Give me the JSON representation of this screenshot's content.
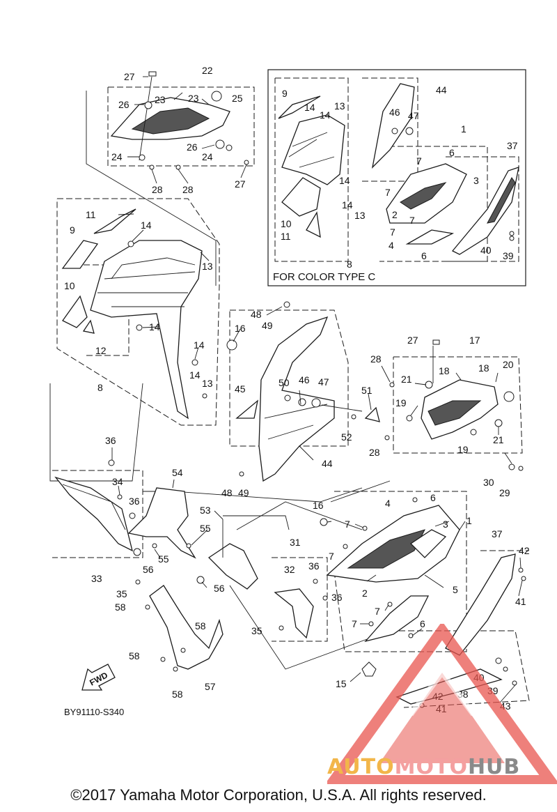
{
  "diagram": {
    "reference_code": "BY91110-S340",
    "inset_caption": "FOR COLOR TYPE C",
    "fwd_label": "FWD",
    "copyright": "©2017 Yamaha Motor Corporation, U.S.A. All rights reserved.",
    "watermark": {
      "part1": "AUTO",
      "part2": "MOTO",
      "part3": "HUB"
    },
    "colors": {
      "line": "#1a1a1a",
      "watermark_red": "#e8554f",
      "watermark_orange": "#f2b64a"
    }
  },
  "callouts": [
    {
      "id": "c1",
      "text": "27"
    },
    {
      "id": "c2",
      "text": "22"
    },
    {
      "id": "c3",
      "text": "23"
    },
    {
      "id": "c4",
      "text": "23"
    },
    {
      "id": "c5",
      "text": "25"
    },
    {
      "id": "c6",
      "text": "26"
    },
    {
      "id": "c7",
      "text": "26"
    },
    {
      "id": "c8",
      "text": "24"
    },
    {
      "id": "c9",
      "text": "24"
    },
    {
      "id": "c10",
      "text": "28"
    },
    {
      "id": "c11",
      "text": "28"
    },
    {
      "id": "c12",
      "text": "27"
    },
    {
      "id": "c13",
      "text": "11"
    },
    {
      "id": "c14",
      "text": "9"
    },
    {
      "id": "c15",
      "text": "14"
    },
    {
      "id": "c16",
      "text": "13"
    },
    {
      "id": "c17",
      "text": "10"
    },
    {
      "id": "c18",
      "text": "14"
    },
    {
      "id": "c19",
      "text": "12"
    },
    {
      "id": "c20",
      "text": "8"
    },
    {
      "id": "c21",
      "text": "16"
    },
    {
      "id": "c22",
      "text": "14"
    },
    {
      "id": "c23",
      "text": "14"
    },
    {
      "id": "c24",
      "text": "13"
    },
    {
      "id": "c25",
      "text": "48"
    },
    {
      "id": "c26",
      "text": "49"
    },
    {
      "id": "c27",
      "text": "45"
    },
    {
      "id": "c28",
      "text": "50"
    },
    {
      "id": "c29",
      "text": "46"
    },
    {
      "id": "c30",
      "text": "47"
    },
    {
      "id": "c31",
      "text": "51"
    },
    {
      "id": "c32",
      "text": "52"
    },
    {
      "id": "c33",
      "text": "44"
    },
    {
      "id": "c34",
      "text": "48"
    },
    {
      "id": "c35",
      "text": "49"
    },
    {
      "id": "c36",
      "text": "27"
    },
    {
      "id": "c37",
      "text": "17"
    },
    {
      "id": "c38",
      "text": "28"
    },
    {
      "id": "c39",
      "text": "18"
    },
    {
      "id": "c40",
      "text": "18"
    },
    {
      "id": "c41",
      "text": "20"
    },
    {
      "id": "c42",
      "text": "21"
    },
    {
      "id": "c43",
      "text": "19"
    },
    {
      "id": "c44",
      "text": "28"
    },
    {
      "id": "c45",
      "text": "19"
    },
    {
      "id": "c46",
      "text": "21"
    },
    {
      "id": "c47",
      "text": "30"
    },
    {
      "id": "c48",
      "text": "29"
    },
    {
      "id": "c49",
      "text": "9"
    },
    {
      "id": "c50",
      "text": "14"
    },
    {
      "id": "c51",
      "text": "14"
    },
    {
      "id": "c52",
      "text": "13"
    },
    {
      "id": "c53",
      "text": "44"
    },
    {
      "id": "c54",
      "text": "46"
    },
    {
      "id": "c55",
      "text": "47"
    },
    {
      "id": "c56",
      "text": "1"
    },
    {
      "id": "c57",
      "text": "37"
    },
    {
      "id": "c58",
      "text": "6"
    },
    {
      "id": "c59",
      "text": "7"
    },
    {
      "id": "c60",
      "text": "3"
    },
    {
      "id": "c61",
      "text": "7"
    },
    {
      "id": "c62",
      "text": "14"
    },
    {
      "id": "c63",
      "text": "14"
    },
    {
      "id": "c64",
      "text": "13"
    },
    {
      "id": "c65",
      "text": "2"
    },
    {
      "id": "c66",
      "text": "7"
    },
    {
      "id": "c67",
      "text": "10"
    },
    {
      "id": "c68",
      "text": "7"
    },
    {
      "id": "c69",
      "text": "11"
    },
    {
      "id": "c70",
      "text": "4"
    },
    {
      "id": "c71",
      "text": "40"
    },
    {
      "id": "c72",
      "text": "39"
    },
    {
      "id": "c73",
      "text": "6"
    },
    {
      "id": "c74",
      "text": "8"
    },
    {
      "id": "c75",
      "text": "36"
    },
    {
      "id": "c76",
      "text": "54"
    },
    {
      "id": "c77",
      "text": "34"
    },
    {
      "id": "c78",
      "text": "36"
    },
    {
      "id": "c79",
      "text": "53"
    },
    {
      "id": "c80",
      "text": "55"
    },
    {
      "id": "c81",
      "text": "55"
    },
    {
      "id": "c82",
      "text": "56"
    },
    {
      "id": "c83",
      "text": "33"
    },
    {
      "id": "c84",
      "text": "35"
    },
    {
      "id": "c85",
      "text": "56"
    },
    {
      "id": "c86",
      "text": "58"
    },
    {
      "id": "c87",
      "text": "31"
    },
    {
      "id": "c88",
      "text": "36"
    },
    {
      "id": "c89",
      "text": "32"
    },
    {
      "id": "c90",
      "text": "36"
    },
    {
      "id": "c91",
      "text": "35"
    },
    {
      "id": "c92",
      "text": "58"
    },
    {
      "id": "c93",
      "text": "58"
    },
    {
      "id": "c94",
      "text": "58"
    },
    {
      "id": "c95",
      "text": "57"
    },
    {
      "id": "c96",
      "text": "16"
    },
    {
      "id": "c97",
      "text": "4"
    },
    {
      "id": "c98",
      "text": "6"
    },
    {
      "id": "c99",
      "text": "7"
    },
    {
      "id": "c100",
      "text": "1"
    },
    {
      "id": "c101",
      "text": "3"
    },
    {
      "id": "c102",
      "text": "7"
    },
    {
      "id": "c103",
      "text": "2"
    },
    {
      "id": "c104",
      "text": "5"
    },
    {
      "id": "c105",
      "text": "7"
    },
    {
      "id": "c106",
      "text": "7"
    },
    {
      "id": "c107",
      "text": "6"
    },
    {
      "id": "c108",
      "text": "15"
    },
    {
      "id": "c109",
      "text": "37"
    },
    {
      "id": "c110",
      "text": "42"
    },
    {
      "id": "c111",
      "text": "41"
    },
    {
      "id": "c112",
      "text": "40"
    },
    {
      "id": "c113",
      "text": "39"
    },
    {
      "id": "c114",
      "text": "38"
    },
    {
      "id": "c115",
      "text": "42"
    },
    {
      "id": "c116",
      "text": "41"
    },
    {
      "id": "c117",
      "text": "43"
    }
  ]
}
